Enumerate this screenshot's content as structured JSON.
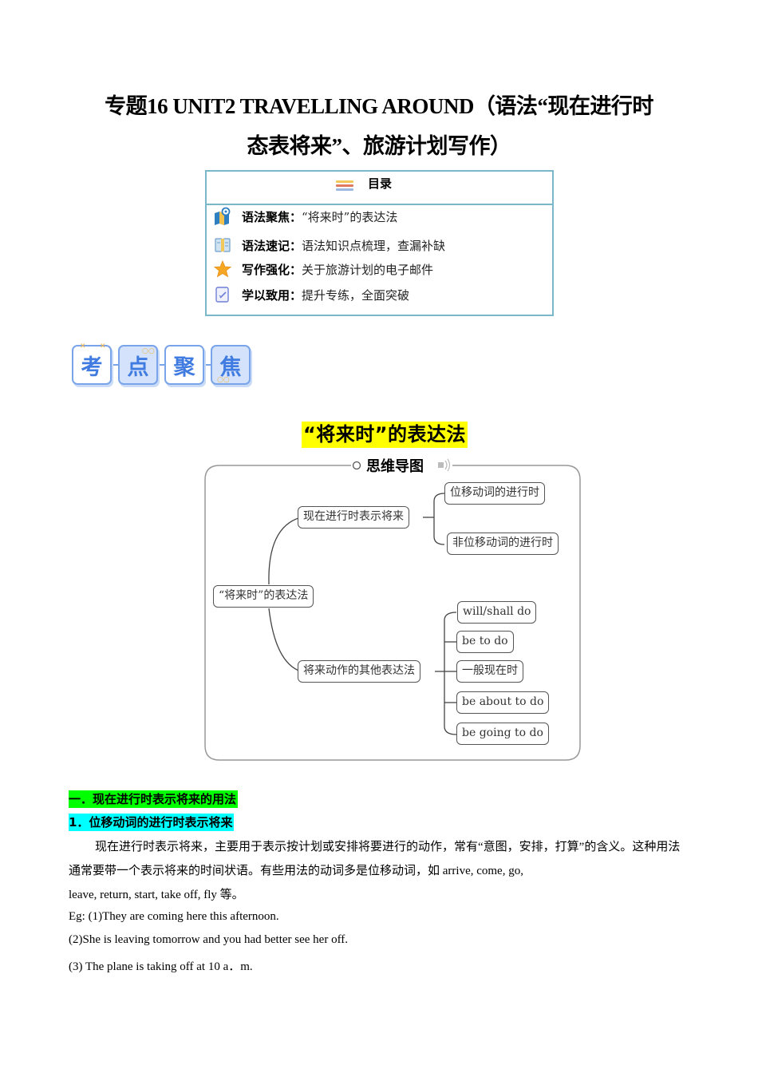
{
  "document": {
    "title_line1": "专题16 UNIT2 TRAVELLING AROUND（语法“现在进行时",
    "title_line2": "态表将来”、旅游计划写作）"
  },
  "toc": {
    "heading": "目录",
    "items": [
      {
        "icon": "map-pin-icon",
        "key": "语法聚焦：",
        "value": "“将来时”的表达法"
      },
      {
        "icon": "open-book-icon",
        "key": "语法速记：",
        "value": "语法知识点梳理，查漏补缺"
      },
      {
        "icon": "star-icon",
        "key": "写作强化：",
        "value": "关于旅游计划的电子邮件"
      },
      {
        "icon": "edit-note-icon",
        "key": "学以致用：",
        "value": "提升专练，全面突破"
      }
    ]
  },
  "banner": {
    "chars": [
      "考",
      "点",
      "聚",
      "焦"
    ]
  },
  "section": {
    "title": "“将来时”的表达法",
    "highlight_color": "#ffff00"
  },
  "mindmap": {
    "header": "思维导图",
    "root": "“将来时”的表达法",
    "branches": [
      {
        "label": "现在进行时表示将来",
        "children": [
          "位移动词的进行时",
          "非位移动词的进行时"
        ]
      },
      {
        "label": "将来动作的其他表达法",
        "children": [
          "will/shall do",
          "be to do",
          "一般现在时",
          "be about to do",
          "be going to do"
        ]
      }
    ]
  },
  "content": {
    "heading1": "一．现在进行时表示将来的用法",
    "heading1_color": "#00ff00",
    "heading2": "1．位移动词的进行时表示将来",
    "heading2_color": "#00ffff",
    "paragraph_lines": [
      "现在进行时表示将来，主要用于表示按计划或安排将要进行的动作，常有“意图，安排，打算”的含",
      "义。这种用法通常要带一个表示将来的时间状语。有些用法的动词多是位移动词，如 arrive, come, go,",
      "leave, return, start, take off, fly 等。"
    ],
    "examples": [
      "Eg: (1)They are coming here this afternoon.",
      "(2)She is leaving tomorrow and you had better see her off.",
      "(3) The plane is taking off at 10 a．m."
    ]
  }
}
